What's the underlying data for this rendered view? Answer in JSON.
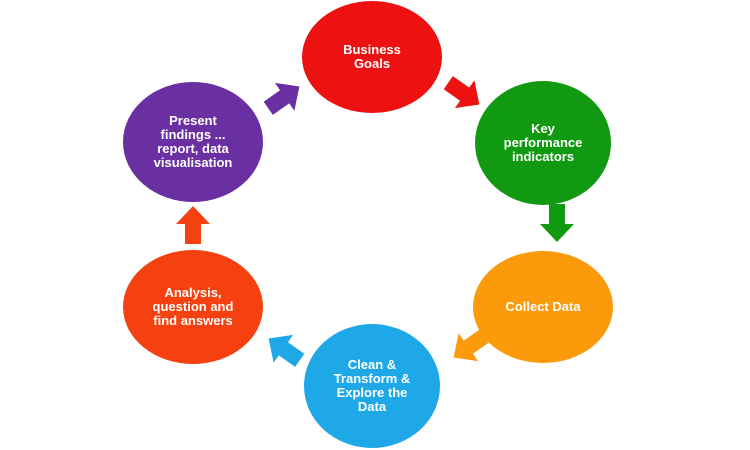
{
  "diagram": {
    "type": "cycle",
    "nodes": [
      {
        "id": "business-goals",
        "lines": [
          "Business",
          "Goals"
        ],
        "color": "#ee1111"
      },
      {
        "id": "kpi",
        "lines": [
          "Key",
          "performance",
          "indicators"
        ],
        "color": "#119911"
      },
      {
        "id": "collect-data",
        "lines": [
          "Collect Data"
        ],
        "color": "#fb9a0a"
      },
      {
        "id": "clean-transform",
        "lines": [
          "Clean &",
          "Transform &",
          "Explore the",
          "Data"
        ],
        "color": "#1ea8e8"
      },
      {
        "id": "analysis",
        "lines": [
          "Analysis,",
          "question and",
          "find answers"
        ],
        "color": "#f5400f"
      },
      {
        "id": "present-findings",
        "lines": [
          "Present",
          "findings  ...",
          "report, data",
          "visualisation"
        ],
        "color": "#6a2fa0"
      }
    ],
    "arrows": [
      {
        "from": "business-goals",
        "to": "kpi",
        "color": "#ee1111"
      },
      {
        "from": "kpi",
        "to": "collect-data",
        "color": "#119911"
      },
      {
        "from": "collect-data",
        "to": "clean-transform",
        "color": "#fb9a0a"
      },
      {
        "from": "clean-transform",
        "to": "analysis",
        "color": "#1ea8e8"
      },
      {
        "from": "analysis",
        "to": "present-findings",
        "color": "#f5400f"
      },
      {
        "from": "present-findings",
        "to": "business-goals",
        "color": "#6a2fa0"
      }
    ]
  }
}
